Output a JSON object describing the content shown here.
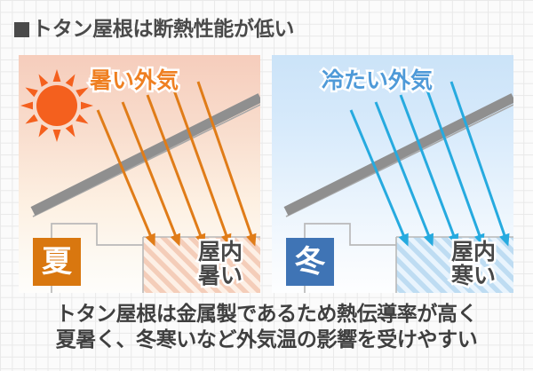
{
  "title": {
    "marker": "square-bullet",
    "text": "トタン屋根は断熱性能が低い"
  },
  "panels": [
    {
      "season": "summer",
      "badge_label": "夏",
      "badge_color": "#d9770f",
      "outside_air_label": "暑い外気",
      "outside_air_color": "#ef8022",
      "indoor_label_line1": "屋内",
      "indoor_label_line2": "暑い",
      "arrow_color": "#e07c18",
      "arrow_count": 5,
      "arrow_direction": "down-right-into-house",
      "sun_visible": true,
      "sun_color": "#f4601e",
      "sun_ray_count": 12,
      "roof_color": "#8f8f8f",
      "hatch_color": "#f4cdb9",
      "bg_top_color": "#f6cdbc",
      "bg_bottom_color": "#fefdfb"
    },
    {
      "season": "winter",
      "badge_label": "冬",
      "badge_color": "#3f74b5",
      "outside_air_label": "冷たい外気",
      "outside_air_color": "#4f9ad8",
      "indoor_label_line1": "屋内",
      "indoor_label_line2": "寒い",
      "arrow_color": "#26aadf",
      "arrow_count": 5,
      "arrow_direction": "down-right-into-house",
      "sun_visible": false,
      "sun_color": "",
      "sun_ray_count": 0,
      "roof_color": "#8f8f8f",
      "hatch_color": "#bedcf2",
      "bg_top_color": "#cbe3f8",
      "bg_bottom_color": "#fdfeff"
    }
  ],
  "caption": {
    "line1": "トタン屋根は金属製であるため熱伝導率が高く",
    "line2": "夏暑く、冬寒いなど外気温の影響を受けやすい"
  }
}
